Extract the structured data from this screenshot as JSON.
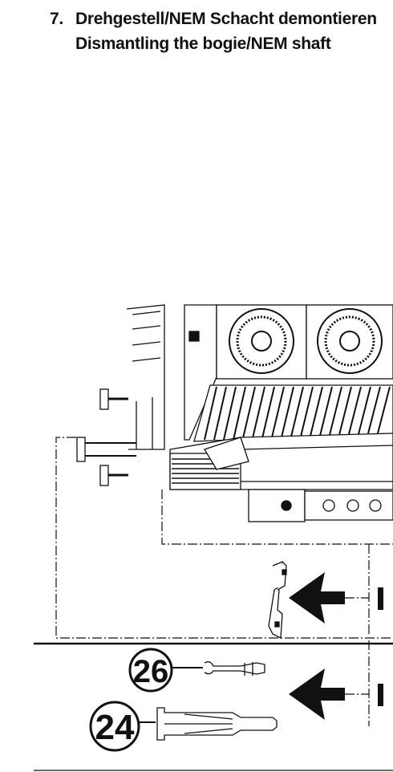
{
  "step": {
    "number": "7.",
    "title_de": "Drehgestell/NEM Schacht demontieren",
    "title_en": "Dismantling the bogie/NEM shaft"
  },
  "callouts": [
    {
      "label": "26",
      "part": "coupling-hook-part"
    },
    {
      "label": "24",
      "part": "nem-shaft-part"
    }
  ],
  "colors": {
    "ink": "#111111",
    "background": "#ffffff"
  }
}
